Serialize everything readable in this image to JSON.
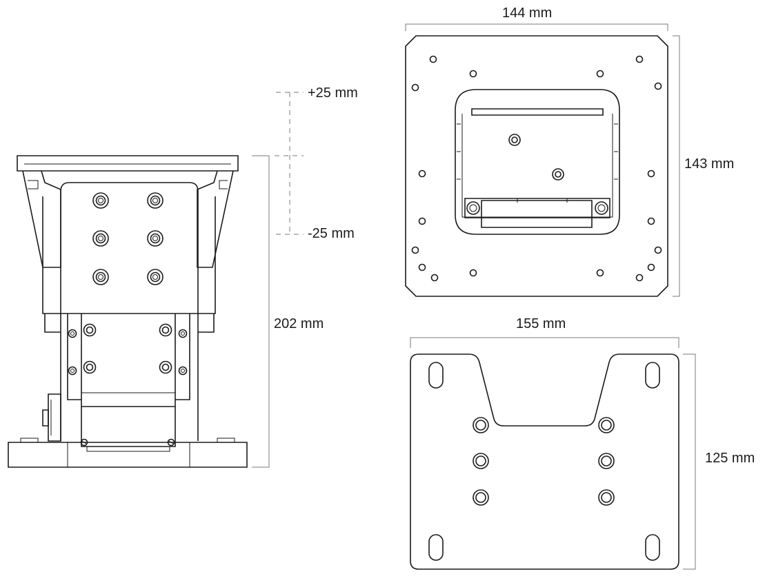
{
  "views": {
    "side": {
      "height_label": "202 mm",
      "upper_travel_label": "+25 mm",
      "lower_travel_label": "-25 mm"
    },
    "top_plate": {
      "width_label": "144 mm",
      "height_label": "143 mm"
    },
    "bottom_plate": {
      "width_label": "155 mm",
      "height_label": "125 mm"
    }
  }
}
